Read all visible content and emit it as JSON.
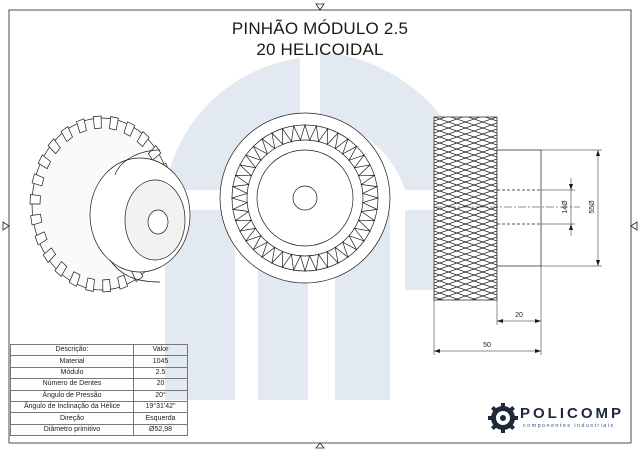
{
  "title": {
    "line1": "PINHÃO MÓDULO 2.5",
    "line2": "20 HELICOIDAL"
  },
  "spec_table": {
    "header": [
      "Descrição:",
      "Valor"
    ],
    "rows": [
      [
        "Material",
        "1045"
      ],
      [
        "Módulo",
        "2.5"
      ],
      [
        "Número de Dentes",
        "20"
      ],
      [
        "Ângulo de Pressão",
        "20°"
      ],
      [
        "Ângulo de Inclinação da Hélice",
        "19°31'42\""
      ],
      [
        "Direção",
        "Esquerda"
      ],
      [
        "Diâmetro primitivo",
        "Ø52,98"
      ]
    ]
  },
  "dimensions": {
    "bore": "14Ø",
    "hub_diameter": "55Ø",
    "hub_length": "20",
    "total_length": "50"
  },
  "logo": {
    "name": "POLICOMP",
    "tagline": "componentes industriais"
  },
  "colors": {
    "line": "#1a1a1a",
    "watermark": "#dfe6ee",
    "logo_accent": "#2a5d8f"
  }
}
